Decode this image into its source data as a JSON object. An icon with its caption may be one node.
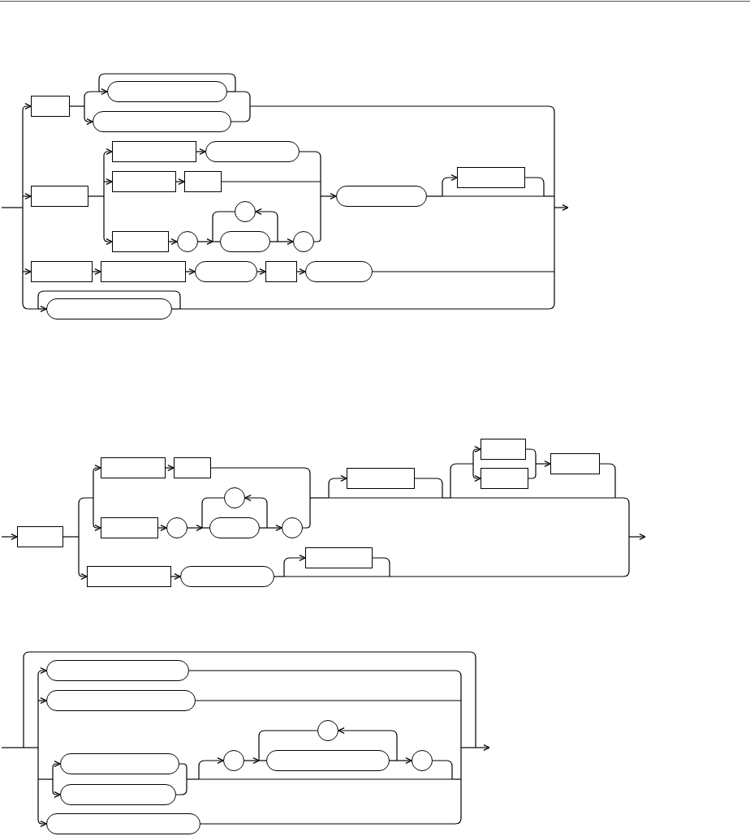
{
  "diagram": {
    "nodes": [
      {
        "text": [],
        "shape": "box"
      },
      {
        "text": [],
        "shape": "pill"
      },
      {
        "text": [],
        "shape": "pill"
      },
      {
        "text": [],
        "shape": "box"
      },
      {
        "text": [],
        "shape": "box"
      },
      {
        "text": [],
        "shape": "pill"
      },
      {
        "text": [],
        "shape": "box"
      },
      {
        "text": [],
        "shape": "box"
      },
      {
        "text": [],
        "shape": "box"
      },
      {
        "text": [],
        "shape": "circle"
      },
      {
        "text": [],
        "shape": "pill"
      },
      {
        "text": [],
        "shape": "circle"
      },
      {
        "text": [],
        "shape": "circle"
      },
      {
        "text": [],
        "shape": "pill"
      },
      {
        "text": [],
        "shape": "box"
      },
      {
        "text": [],
        "shape": "box"
      },
      {
        "text": [],
        "shape": "box"
      },
      {
        "text": [],
        "shape": "pill"
      },
      {
        "text": [],
        "shape": "box"
      },
      {
        "text": [],
        "shape": "pill"
      },
      {
        "text": [],
        "shape": "pill"
      },
      {
        "text": [],
        "shape": "box"
      },
      {
        "text": [],
        "shape": "box"
      },
      {
        "text": [],
        "shape": "box"
      },
      {
        "text": [],
        "shape": "box"
      },
      {
        "text": [],
        "shape": "circle"
      },
      {
        "text": [],
        "shape": "pill"
      },
      {
        "text": [],
        "shape": "circle"
      },
      {
        "text": [],
        "shape": "circle"
      },
      {
        "text": [],
        "shape": "box"
      },
      {
        "text": [],
        "shape": "box"
      },
      {
        "text": [],
        "shape": "box"
      },
      {
        "text": [],
        "shape": "box"
      },
      {
        "text": [],
        "shape": "box"
      },
      {
        "text": [],
        "shape": "pill"
      },
      {
        "text": [],
        "shape": "box"
      },
      {
        "text": [],
        "shape": "pill"
      },
      {
        "text": [],
        "shape": "pill"
      },
      {
        "text": [],
        "shape": "pill"
      },
      {
        "text": [],
        "shape": "pill"
      },
      {
        "text": [],
        "shape": "circle"
      },
      {
        "text": [],
        "shape": "pill"
      },
      {
        "text": [],
        "shape": "circle"
      },
      {
        "text": [],
        "shape": "circle"
      },
      {
        "text": [],
        "shape": "pill"
      }
    ],
    "edges": [
      {
        "from": null,
        "to": 0,
        "arrow": "to"
      },
      {
        "from": null,
        "to": 3,
        "arrow": "to"
      },
      {
        "from": null,
        "to": 15,
        "arrow": "to"
      },
      {
        "from": null,
        "to": 20,
        "arrow": "to"
      },
      {
        "from": 0,
        "to": 1,
        "arrow": "to"
      },
      {
        "from": 0,
        "to": 2,
        "arrow": "to"
      },
      {
        "from": 1,
        "to": 1,
        "arrow": "to"
      },
      {
        "from": 1,
        "to": null,
        "arrow": "to"
      },
      {
        "from": 2,
        "to": null,
        "arrow": "to"
      },
      {
        "from": 3,
        "to": 4,
        "arrow": "to"
      },
      {
        "from": 3,
        "to": 6,
        "arrow": "to"
      },
      {
        "from": 3,
        "to": 8,
        "arrow": "to"
      },
      {
        "from": 4,
        "to": 5,
        "arrow": "to"
      },
      {
        "from": 6,
        "to": 7,
        "arrow": "to"
      },
      {
        "from": 8,
        "to": 9,
        "arrow": "to"
      },
      {
        "from": 9,
        "to": 10,
        "arrow": "to"
      },
      {
        "from": 10,
        "to": 11,
        "arrow": "to"
      },
      {
        "from": 11,
        "to": 10,
        "arrow": "none"
      },
      {
        "from": 10,
        "to": 12,
        "arrow": "to"
      },
      {
        "from": 5,
        "to": 13,
        "arrow": "to"
      },
      {
        "from": 7,
        "to": 13,
        "arrow": "to"
      },
      {
        "from": 12,
        "to": 13,
        "arrow": "to"
      },
      {
        "from": 13,
        "to": 14,
        "arrow": "to"
      },
      {
        "from": 13,
        "to": null,
        "arrow": "to"
      },
      {
        "from": 14,
        "to": null,
        "arrow": "to"
      },
      {
        "from": 15,
        "to": 16,
        "arrow": "to"
      },
      {
        "from": 16,
        "to": 17,
        "arrow": "to"
      },
      {
        "from": 17,
        "to": 18,
        "arrow": "to"
      },
      {
        "from": 18,
        "to": 19,
        "arrow": "to"
      },
      {
        "from": 19,
        "to": null,
        "arrow": "to"
      },
      {
        "from": 20,
        "to": 20,
        "arrow": "to"
      },
      {
        "from": 20,
        "to": null,
        "arrow": "to"
      },
      {
        "from": null,
        "to": 21,
        "arrow": "to"
      },
      {
        "from": 21,
        "to": 22,
        "arrow": "to"
      },
      {
        "from": 21,
        "to": 24,
        "arrow": "to"
      },
      {
        "from": 21,
        "to": 33,
        "arrow": "to"
      },
      {
        "from": 22,
        "to": 23,
        "arrow": "to"
      },
      {
        "from": 24,
        "to": 25,
        "arrow": "to"
      },
      {
        "from": 25,
        "to": 26,
        "arrow": "to"
      },
      {
        "from": 26,
        "to": 27,
        "arrow": "to"
      },
      {
        "from": 27,
        "to": 26,
        "arrow": "none"
      },
      {
        "from": 26,
        "to": 28,
        "arrow": "to"
      },
      {
        "from": 23,
        "to": 29,
        "arrow": "to"
      },
      {
        "from": 28,
        "to": 29,
        "arrow": "to"
      },
      {
        "from": 23,
        "to": 30,
        "arrow": "to"
      },
      {
        "from": 23,
        "to": 31,
        "arrow": "to"
      },
      {
        "from": 28,
        "to": 30,
        "arrow": "to"
      },
      {
        "from": 28,
        "to": 31,
        "arrow": "to"
      },
      {
        "from": 29,
        "to": 30,
        "arrow": "to"
      },
      {
        "from": 29,
        "to": 31,
        "arrow": "to"
      },
      {
        "from": 30,
        "to": 32,
        "arrow": "to"
      },
      {
        "from": 31,
        "to": 32,
        "arrow": "to"
      },
      {
        "from": 23,
        "to": null,
        "arrow": "to"
      },
      {
        "from": 28,
        "to": null,
        "arrow": "to"
      },
      {
        "from": 29,
        "to": null,
        "arrow": "to"
      },
      {
        "from": 32,
        "to": null,
        "arrow": "to"
      },
      {
        "from": 33,
        "to": 34,
        "arrow": "to"
      },
      {
        "from": 34,
        "to": 35,
        "arrow": "to"
      },
      {
        "from": 34,
        "to": null,
        "arrow": "to"
      },
      {
        "from": 35,
        "to": null,
        "arrow": "to"
      },
      {
        "from": null,
        "to": 36,
        "arrow": "to"
      },
      {
        "from": null,
        "to": 37,
        "arrow": "to"
      },
      {
        "from": null,
        "to": 38,
        "arrow": "to"
      },
      {
        "from": null,
        "to": 39,
        "arrow": "to"
      },
      {
        "from": null,
        "to": 44,
        "arrow": "to"
      },
      {
        "from": 38,
        "to": 40,
        "arrow": "to"
      },
      {
        "from": 39,
        "to": 40,
        "arrow": "to"
      },
      {
        "from": 40,
        "to": 41,
        "arrow": "to"
      },
      {
        "from": 41,
        "to": 42,
        "arrow": "to"
      },
      {
        "from": 42,
        "to": 41,
        "arrow": "none"
      },
      {
        "from": 41,
        "to": 43,
        "arrow": "to"
      },
      {
        "from": 36,
        "to": null,
        "arrow": "to"
      },
      {
        "from": 37,
        "to": null,
        "arrow": "to"
      },
      {
        "from": 38,
        "to": null,
        "arrow": "to"
      },
      {
        "from": 39,
        "to": null,
        "arrow": "to"
      },
      {
        "from": 43,
        "to": null,
        "arrow": "to"
      },
      {
        "from": 44,
        "to": null,
        "arrow": "to"
      },
      {
        "from": 36,
        "to": 36,
        "arrow": "to"
      },
      {
        "from": 36,
        "to": 37,
        "arrow": "both"
      },
      {
        "from": 36,
        "to": 38,
        "arrow": "both"
      },
      {
        "from": 36,
        "to": 39,
        "arrow": "both"
      },
      {
        "from": 36,
        "to": 44,
        "arrow": "both"
      },
      {
        "from": 37,
        "to": 37,
        "arrow": "to"
      },
      {
        "from": 37,
        "to": 38,
        "arrow": "both"
      },
      {
        "from": 37,
        "to": 39,
        "arrow": "both"
      },
      {
        "from": 37,
        "to": 44,
        "arrow": "both"
      },
      {
        "from": 38,
        "to": 38,
        "arrow": "to"
      },
      {
        "from": 38,
        "to": 39,
        "arrow": "both"
      },
      {
        "from": 38,
        "to": 44,
        "arrow": "both"
      },
      {
        "from": 39,
        "to": 39,
        "arrow": "to"
      },
      {
        "from": 39,
        "to": 44,
        "arrow": "both"
      },
      {
        "from": 44,
        "to": 44,
        "arrow": "to"
      },
      {
        "from": 43,
        "to": 36,
        "arrow": "to"
      },
      {
        "from": 43,
        "to": 37,
        "arrow": "to"
      },
      {
        "from": 43,
        "to": 38,
        "arrow": "to"
      },
      {
        "from": 43,
        "to": 39,
        "arrow": "to"
      },
      {
        "from": 43,
        "to": 44,
        "arrow": "to"
      }
    ]
  }
}
